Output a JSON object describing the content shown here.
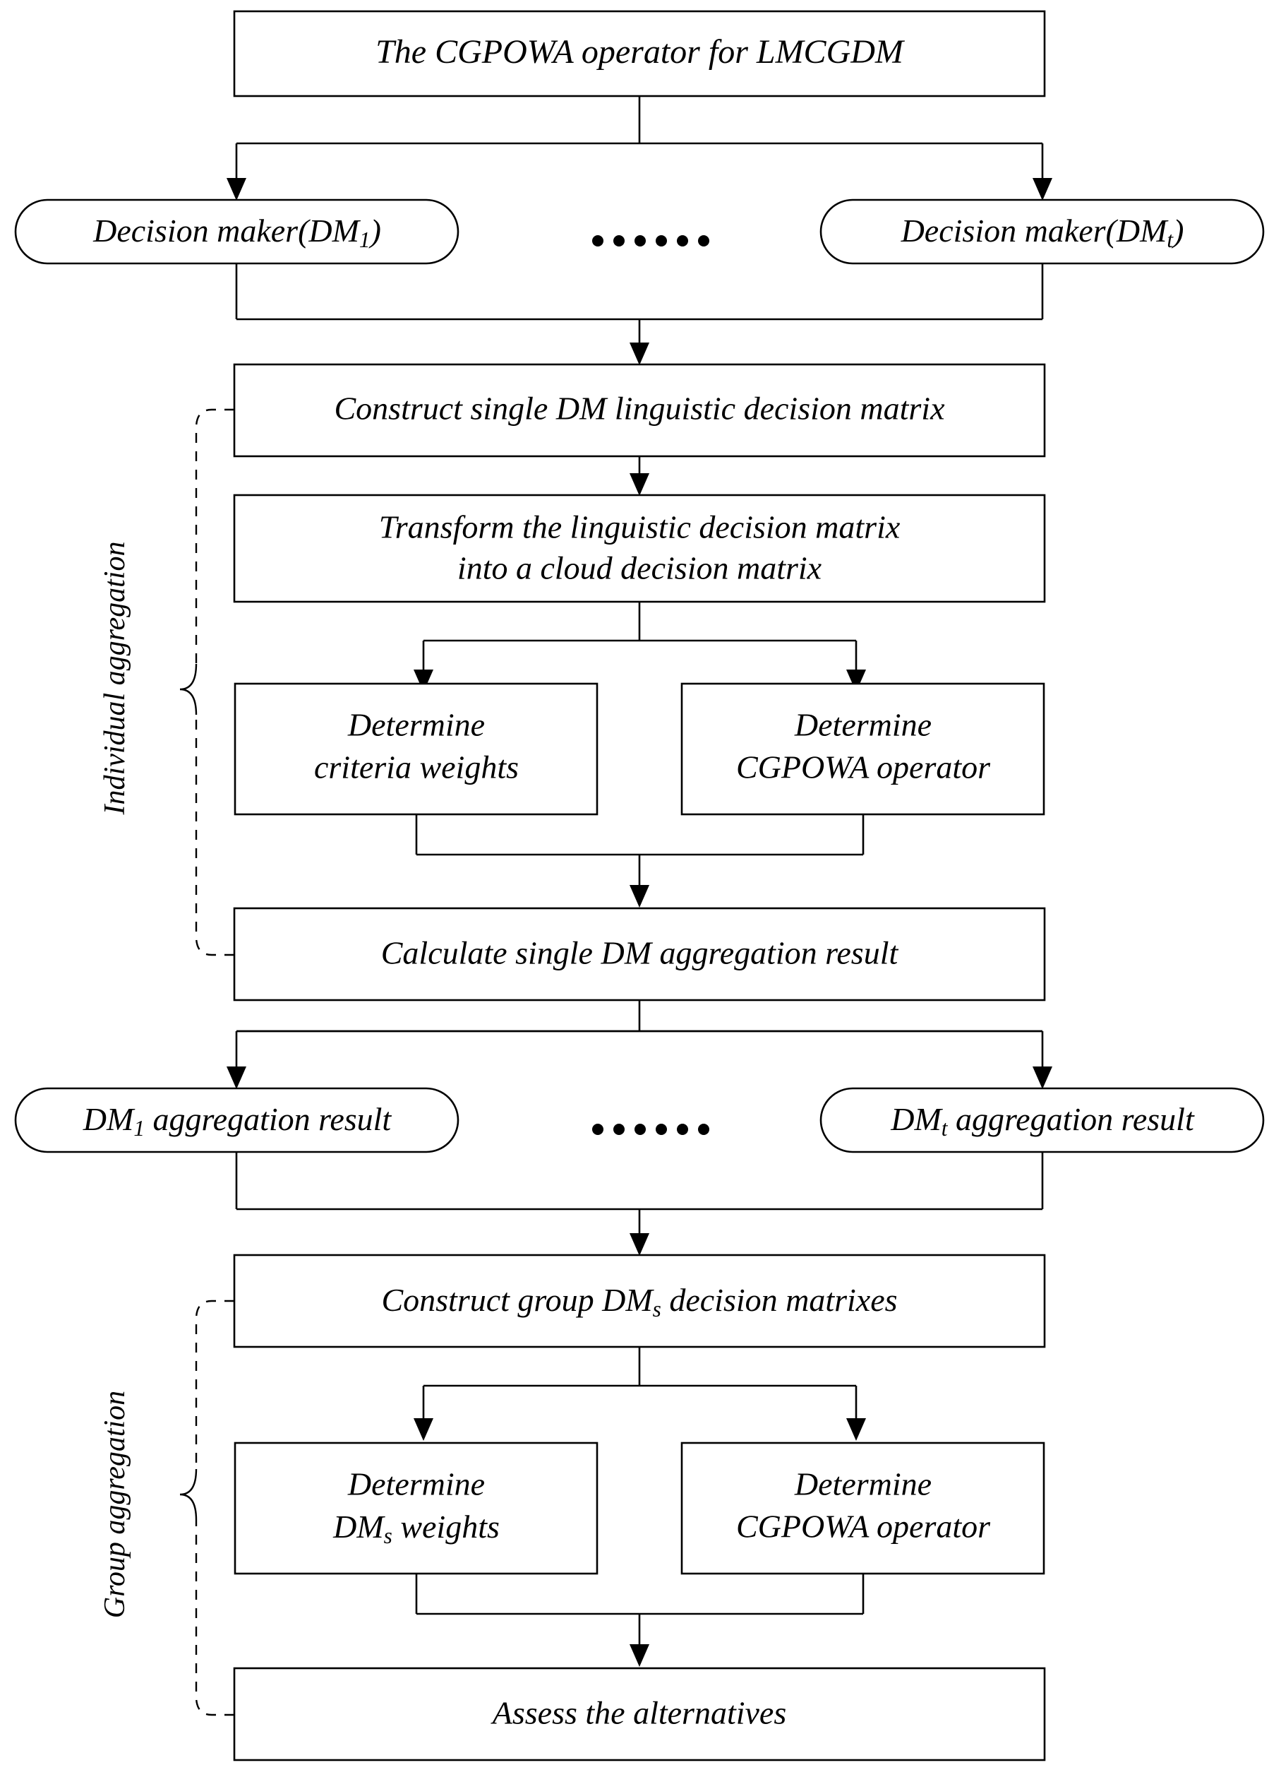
{
  "diagram": {
    "title_node": {
      "id": "title",
      "label": "The CGPOWA operator for LMCGDM",
      "shape": "rectangle"
    },
    "bands": [
      {
        "id": "individual",
        "label": "Individual aggregation"
      },
      {
        "id": "group",
        "label": "Group aggregation"
      }
    ],
    "ellipsis": "……",
    "nodes": [
      {
        "id": "dm1",
        "shape": "rounded",
        "label": "Decision maker(DM",
        "sub": "1",
        "label_tail": ")"
      },
      {
        "id": "dmt",
        "shape": "rounded",
        "label": "Decision maker(DM",
        "sub": "t",
        "label_tail": ")"
      },
      {
        "id": "construct_single",
        "shape": "rectangle",
        "label": "Construct single DM linguistic decision matrix"
      },
      {
        "id": "transform_line1",
        "shape": "rectangle",
        "label": "Transform the linguistic decision matrix"
      },
      {
        "id": "transform_line2",
        "shape": "rectangle",
        "label": "into a cloud decision matrix"
      },
      {
        "id": "det_criteria_l1",
        "shape": "rectangle",
        "label": "Determine"
      },
      {
        "id": "det_criteria_l2",
        "shape": "rectangle",
        "label": "criteria weights"
      },
      {
        "id": "det_cgpowa1_l1",
        "shape": "rectangle",
        "label": "Determine"
      },
      {
        "id": "det_cgpowa1_l2",
        "shape": "rectangle",
        "label": "CGPOWA operator"
      },
      {
        "id": "calc_single",
        "shape": "rectangle",
        "label": "Calculate single DM aggregation result"
      },
      {
        "id": "dm1_result",
        "shape": "rounded",
        "label": "DM",
        "sub": "1",
        "label_tail": " aggregation result"
      },
      {
        "id": "dmt_result",
        "shape": "rounded",
        "label": "DM",
        "sub": "t",
        "label_tail": " aggregation result"
      },
      {
        "id": "construct_group",
        "shape": "rectangle",
        "label_head": "Construct group DM",
        "sub": "s",
        "label_tail": " decision matrixes"
      },
      {
        "id": "det_dms_l1",
        "shape": "rectangle",
        "label": "Determine"
      },
      {
        "id": "det_dms_l2",
        "shape": "rectangle",
        "label_head": "DM",
        "sub": "s",
        "label_tail": " weights"
      },
      {
        "id": "det_cgpowa2_l1",
        "shape": "rectangle",
        "label": "Determine"
      },
      {
        "id": "det_cgpowa2_l2",
        "shape": "rectangle",
        "label": "CGPOWA operator"
      },
      {
        "id": "assess",
        "shape": "rectangle",
        "label": "Assess the alternatives"
      }
    ],
    "text": {
      "title": "The CGPOWA operator for LMCGDM",
      "dm_maker_head": "Decision maker(DM",
      "dm_maker_tail": ")",
      "dm1_sub": "1",
      "dmt_sub": "t",
      "construct_single": "Construct single DM linguistic decision matrix",
      "transform_l1": "Transform the linguistic decision matrix",
      "transform_l2": "into a cloud decision matrix",
      "determine": "Determine",
      "criteria_weights": "criteria weights",
      "cgpowa_operator": "CGPOWA operator",
      "calc_single": "Calculate single DM aggregation result",
      "dm_result_head": "DM",
      "dm_result_tail": " aggregation result",
      "construct_group_head": "Construct group DM",
      "construct_group_tail": " decision matrixes",
      "dms_sub": "s",
      "dms_weights_head": "DM",
      "dms_weights_tail": " weights",
      "assess": "Assess the alternatives",
      "band_individual": "Individual aggregation",
      "band_group": "Group aggregation",
      "ellipsis": "……"
    },
    "colors": {
      "stroke": "#000000",
      "fill": "#ffffff",
      "text": "#000000"
    }
  }
}
